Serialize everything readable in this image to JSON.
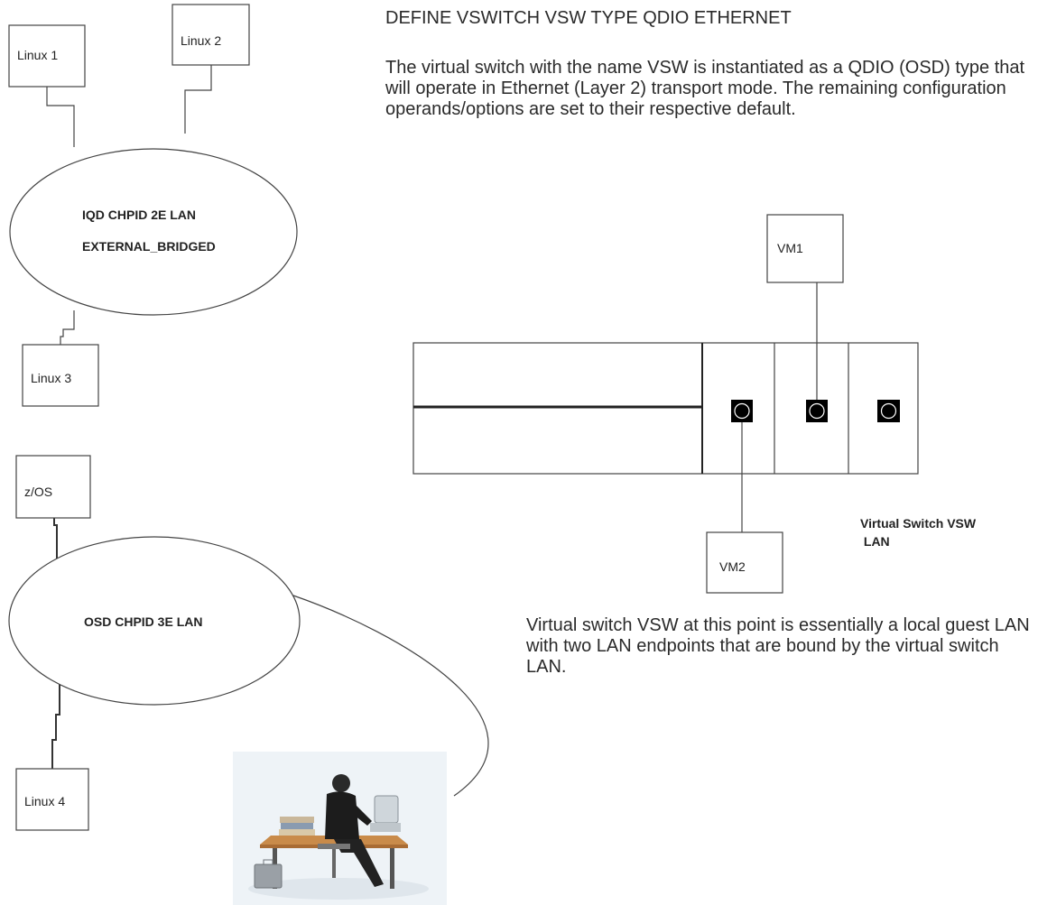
{
  "command": "DEFINE VSWITCH VSW TYPE QDIO ETHERNET",
  "description": "The virtual switch with the name VSW is instantiated as a QDIO (OSD) type that will operate in Ethernet (Layer 2) transport mode.  The remaining configuration operands/options are set to their respective default.",
  "summary": "Virtual switch VSW at this point is essentially a local guest LAN with two LAN endpoints that are bound by the virtual switch LAN.",
  "iqd_lan": {
    "line1": "IQD CHPID 2E LAN",
    "line2": "EXTERNAL_BRIDGED"
  },
  "osd_lan": {
    "label": "OSD CHPID 3E LAN"
  },
  "hosts": {
    "linux1": "Linux 1",
    "linux2": "Linux 2",
    "linux3": "Linux 3",
    "linux4": "Linux 4",
    "zos": "z/OS",
    "vm1": "VM1",
    "vm2": "VM2"
  },
  "vswitch_label": {
    "line1": "Virtual Switch VSW",
    "line2": " LAN"
  },
  "colors": {
    "line": "#444444",
    "port_fill": "#000000",
    "port_ring": "#ffffff"
  }
}
